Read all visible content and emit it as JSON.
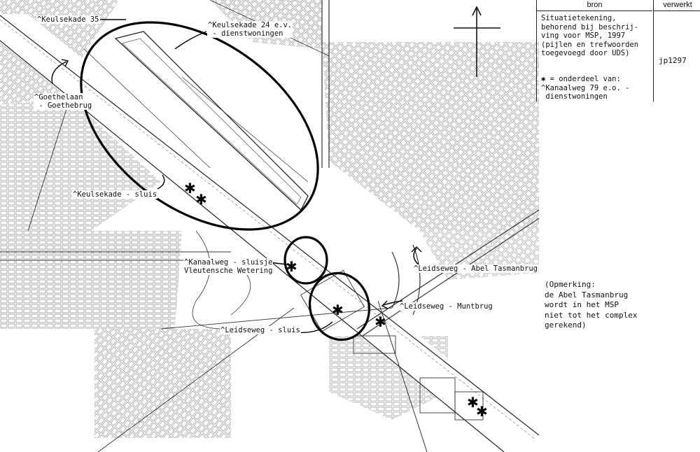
{
  "panel": {
    "col_bron": "bron",
    "col_verwerkt": "verwerkt",
    "description": "Situatietekening,\nbehorend bij beschrij-\nving voor MSP, 1997\n(pijlen en trefwoorden\ntoegevoegd door UDS)",
    "code": "jp1297",
    "legend": "✱ = onderdeel van:\n^Kanaalweg 79 e.o. -\n dienstwoningen"
  },
  "note": "(Opmerking:\nde Abel Tasmanbrug\nwordt in het MSP\nniet tot het complex\ngerekend)",
  "labels": {
    "keulsekade35": "^Keulsekade 35",
    "keulsekade24": "^Keulsekade 24 e.v.\n - dienstwoningen",
    "goethelaan": "^Goethelaan\n - Goethebrug",
    "keulsekade_sluis": "^Keulsekade - sluis",
    "kanaalweg_sluisje": "^Kanaalweg - sluisje\nVleutensche Wetering",
    "leidseweg_abel": "^Leidseweg - Abel Tasmanbrug",
    "leidseweg_munt": "^Leidseweg - Muntbrug",
    "leidseweg_sluis": "^Leidseweg - sluis"
  },
  "colors": {
    "ink": "#111111",
    "paper": "#ffffff",
    "map_gray": "#9a9a9a"
  },
  "icons": {
    "north": "north-arrow-icon",
    "marker": "asterisk-marker-icon"
  }
}
